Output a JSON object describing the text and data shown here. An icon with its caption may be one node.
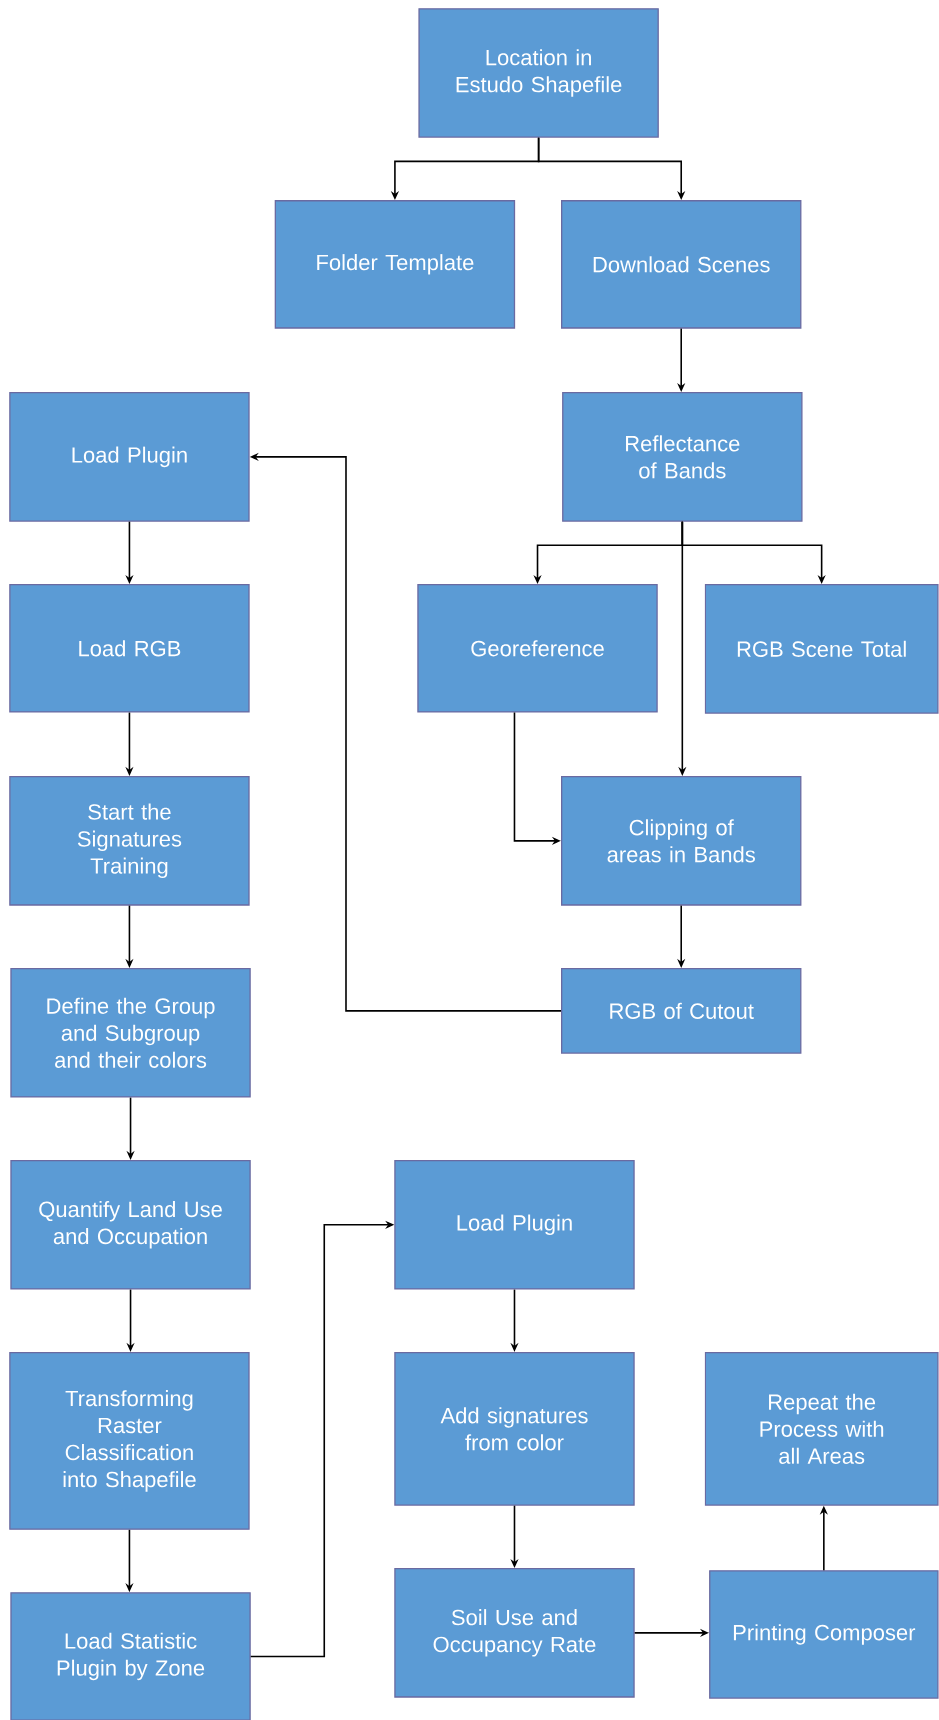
{
  "diagram": {
    "nodes": [
      {
        "text": [
          "Location in Estudo Shapefile"
        ]
      },
      {
        "text": [
          "Folder Template"
        ]
      },
      {
        "text": [
          "Download Scenes"
        ]
      },
      {
        "text": [
          "Load Plugin"
        ]
      },
      {
        "text": [
          "Reflectance of Bands"
        ]
      },
      {
        "text": [
          "Load RGB"
        ]
      },
      {
        "text": [
          "Georeference"
        ]
      },
      {
        "text": [
          "RGB Scene Total"
        ]
      },
      {
        "text": [
          "Start the Signatures Training"
        ]
      },
      {
        "text": [
          "Clipping of areas in Bands"
        ]
      },
      {
        "text": [
          "Define the Group and Subgroup and their colors"
        ]
      },
      {
        "text": [
          "RGB of Cutout"
        ]
      },
      {
        "text": [
          "Quantify Land Use and Occupation"
        ]
      },
      {
        "text": [
          "Load Plugin"
        ]
      },
      {
        "text": [
          "Transforming Raster Classification into Shapefile"
        ]
      },
      {
        "text": [
          "Add signatures from color"
        ]
      },
      {
        "text": [
          "Repeat the Process with all Areas"
        ]
      },
      {
        "text": [
          "Load Statistic Plugin by Zone"
        ]
      },
      {
        "text": [
          "Soil Use and Occupancy Rate"
        ]
      },
      {
        "text": [
          "Printing Composer"
        ]
      }
    ],
    "edges": [
      {
        "from": 0,
        "to": 1,
        "arrow": "to"
      },
      {
        "from": 0,
        "to": 2,
        "arrow": "to"
      },
      {
        "from": 2,
        "to": 4,
        "arrow": "to"
      },
      {
        "from": 4,
        "to": 6,
        "arrow": "to"
      },
      {
        "from": 4,
        "to": 7,
        "arrow": "to"
      },
      {
        "from": 4,
        "to": 9,
        "arrow": "to"
      },
      {
        "from": 6,
        "to": 9,
        "arrow": "to"
      },
      {
        "from": 9,
        "to": 11,
        "arrow": "to"
      },
      {
        "from": 11,
        "to": 3,
        "arrow": "to"
      },
      {
        "from": 3,
        "to": 5,
        "arrow": "to"
      },
      {
        "from": 5,
        "to": 8,
        "arrow": "to"
      },
      {
        "from": 8,
        "to": 10,
        "arrow": "to"
      },
      {
        "from": 10,
        "to": 12,
        "arrow": "to"
      },
      {
        "from": 12,
        "to": 14,
        "arrow": "to"
      },
      {
        "from": 14,
        "to": 17,
        "arrow": "to"
      },
      {
        "from": 17,
        "to": 13,
        "arrow": "to"
      },
      {
        "from": 13,
        "to": 15,
        "arrow": "to"
      },
      {
        "from": 15,
        "to": 18,
        "arrow": "to"
      },
      {
        "from": 18,
        "to": 19,
        "arrow": "to"
      },
      {
        "from": 19,
        "to": 16,
        "arrow": "to"
      }
    ]
  }
}
